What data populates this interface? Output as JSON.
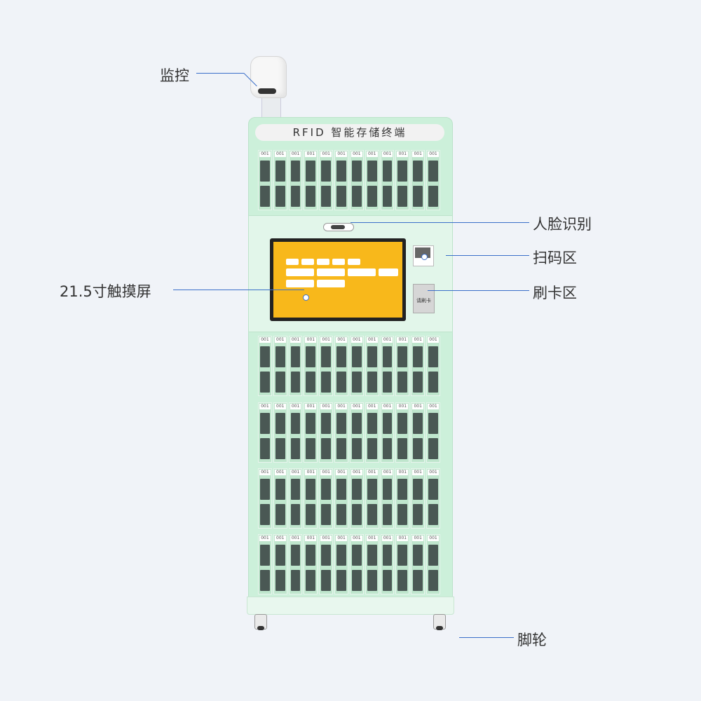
{
  "labels": {
    "camera": "监控",
    "face": "人脸识别",
    "screen": "21.5寸触摸屏",
    "scan": "扫码区",
    "card": "刷卡区",
    "wheel": "脚轮"
  },
  "cabinet_title": "RFID 智能存储终端",
  "compartment_tag": "001",
  "card_reader_text": "请刷卡",
  "colors": {
    "cabinet": "#ccf0da",
    "screen": "#f8b81b",
    "leader": "#3a6fc9"
  },
  "icons": [
    "camera-icon",
    "face-sensor-icon",
    "qr-scanner-icon",
    "card-reader-icon",
    "wheel-icon"
  ]
}
